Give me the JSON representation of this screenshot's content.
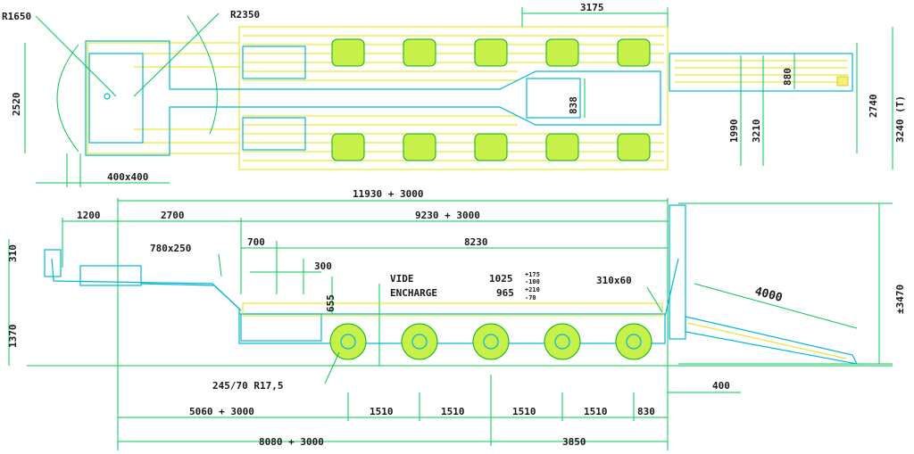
{
  "dimensions": {
    "top_view": {
      "r1650": "R1650",
      "r2350": "R2350",
      "d3175": "3175",
      "d2520": "2520",
      "d838": "838",
      "d880": "880",
      "d1990": "1990",
      "d3210": "3210",
      "d2740": "2740",
      "d3240": "3240 (T)",
      "d400x400": "400x400"
    },
    "side_view": {
      "total_length": "11930 + 3000",
      "d1200": "1200",
      "d2700": "2700",
      "d9230": "9230 + 3000",
      "d8230": "8230",
      "d780x250": "780x250",
      "d700": "700",
      "d300": "300",
      "d310": "310",
      "d1370": "1370",
      "d655": "655",
      "vide_label": "VIDE",
      "vide_value": "1025",
      "vide_tol_plus": "+175",
      "vide_tol_minus": "-100",
      "encharge_label": "ENCHARGE",
      "encharge_value": "965",
      "encharge_tol_plus": "+210",
      "encharge_tol_minus": "-70",
      "d310x60": "310x60",
      "d4000": "4000",
      "d3470": "±3470",
      "tyre": "245/70 R17,5",
      "d400": "400",
      "d5060": "5060 + 3000",
      "axle_spacing": [
        "1510",
        "1510",
        "1510",
        "1510"
      ],
      "d830": "830",
      "d8080": "8080 + 3000",
      "d3850": "3850"
    }
  },
  "colors": {
    "dimension": "#00c853",
    "structure": "#00b8d4",
    "deck": "#e8e000",
    "tyre": "#c8f04a"
  }
}
